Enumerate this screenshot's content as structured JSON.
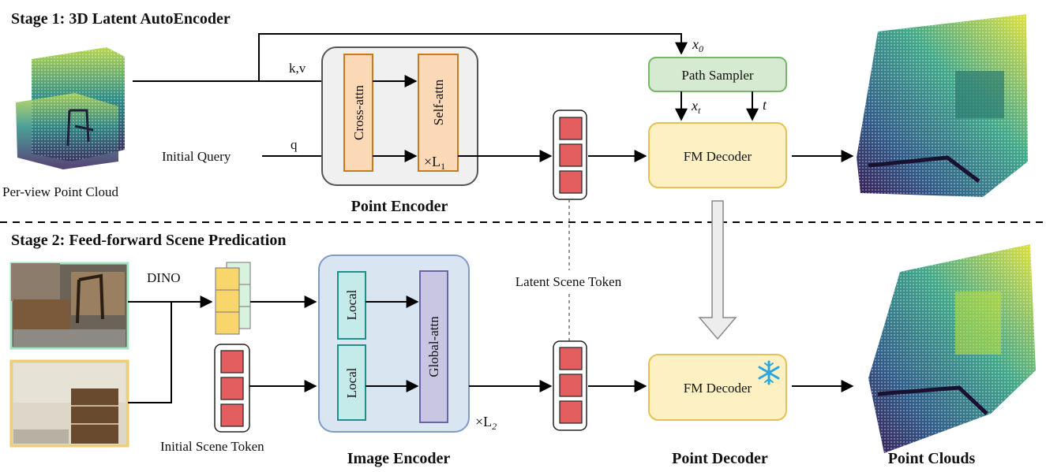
{
  "stage1": {
    "title": "Stage 1: 3D Latent AutoEncoder",
    "input_caption": "Per-view Point Cloud",
    "kv_label": "k,v",
    "q_label": "q",
    "initial_query": "Initial Query",
    "cross_attn": "Cross-attn",
    "self_attn": "Self-attn",
    "times_l1": "×L",
    "l1_sub": "1",
    "encoder_caption": "Point Encoder",
    "x0_label": "x",
    "x0_sub": "0",
    "path_sampler": "Path Sampler",
    "xt_label": "x",
    "xt_sub": "t",
    "t_label": "t",
    "fm_decoder": "FM Decoder"
  },
  "stage2": {
    "title": "Stage 2: Feed-forward Scene Predication",
    "dino_label": "DINO",
    "initial_scene_token": "Initial Scene Token",
    "local_1": "Local",
    "local_2": "Local",
    "global_attn": "Global-attn",
    "times_l2": "×L",
    "l2_sub": "2",
    "encoder_caption": "Image Encoder",
    "latent_scene_token": "Latent Scene Token",
    "fm_decoder": "FM Decoder",
    "frozen_icon": "snowflake-icon",
    "point_decoder_caption": "Point Decoder",
    "point_clouds_caption": "Point Clouds"
  },
  "colors": {
    "orange_fill": "#fbd9b6",
    "orange_stroke": "#c87a1c",
    "encoder_bg": "#f0f0f0",
    "green_fill": "#d5ead0",
    "green_stroke": "#7ab56c",
    "decoder_fill": "#fdf1c4",
    "decoder_stroke": "#e3c155",
    "token_red": "#e35f5f",
    "image_enc_bg": "#dae5f2",
    "image_enc_stroke": "#7f9cc4",
    "teal_fill": "#c4ebe9",
    "teal_stroke": "#1e8f8a",
    "purple_fill": "#c9c6e4",
    "purple_stroke": "#6d64a8",
    "snowflake": "#2aa7e0",
    "feat_yellow": "#f8d66c",
    "feat_green": "#d7f2dd"
  }
}
